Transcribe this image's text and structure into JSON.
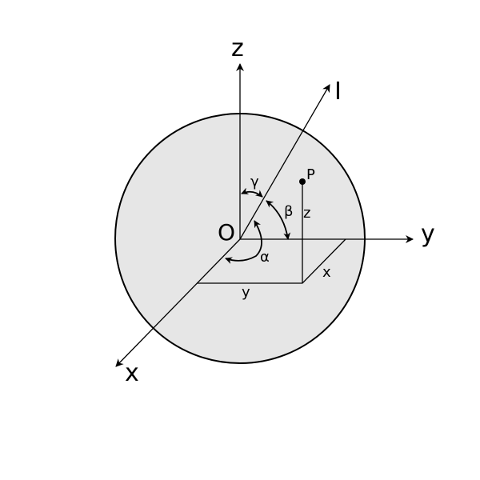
{
  "labels": {
    "z_axis": "z",
    "y_axis": "y",
    "x_axis": "x",
    "l_axis": "I",
    "origin": "O",
    "point": "P",
    "gamma": "γ",
    "beta": "β",
    "alpha": "α",
    "z_coord": "z",
    "x_coord": "x",
    "y_coord": "y"
  },
  "colors": {
    "sphere_fill": "#e6e6e6",
    "stroke": "#000000"
  }
}
